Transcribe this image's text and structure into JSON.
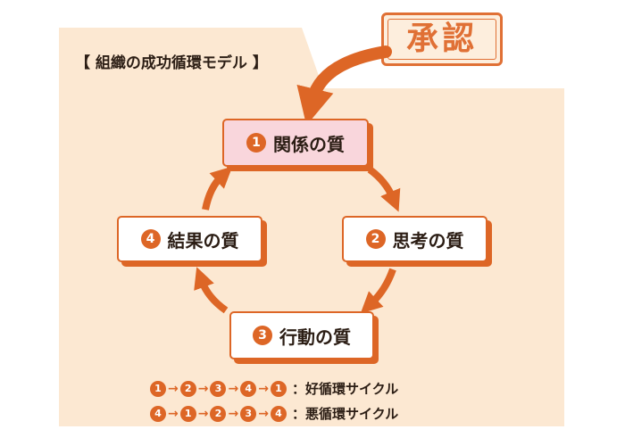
{
  "title": "【 組織の成功循環モデル 】",
  "stamp": "承認",
  "nodes": [
    {
      "num": "1",
      "label": "関係の質"
    },
    {
      "num": "2",
      "label": "思考の質"
    },
    {
      "num": "3",
      "label": "行動の質"
    },
    {
      "num": "4",
      "label": "結果の質"
    }
  ],
  "legend": [
    {
      "sequence": [
        "1",
        "2",
        "3",
        "4",
        "1"
      ],
      "separator": "：",
      "label": "好循環サイクル"
    },
    {
      "sequence": [
        "4",
        "1",
        "2",
        "3",
        "4"
      ],
      "separator": "：",
      "label": "悪循環サイクル"
    }
  ],
  "colors": {
    "accent": "#dd6626",
    "panel": "#fce8d2",
    "highlight": "#f9d6dc",
    "text": "#2b1d14"
  }
}
